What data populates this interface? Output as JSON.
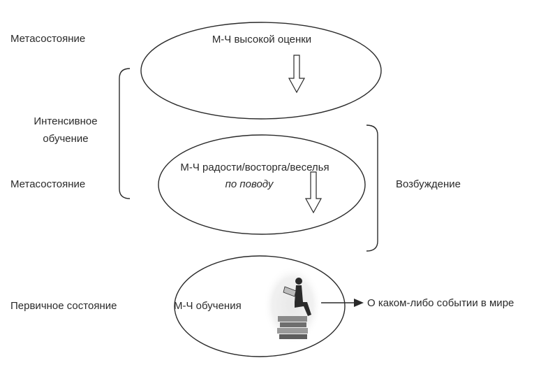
{
  "left_labels": {
    "meta_top": "Метасостояние",
    "intensive_line1": "Интенсивное",
    "intensive_line2": "обучение",
    "meta_middle": "Метасостояние",
    "primary": "Первичное состояние"
  },
  "nodes": {
    "top": "М-Ч высокой оценки",
    "middle_line1": "М-Ч радости/восторга/веселья",
    "middle_line2": "по поводу",
    "bottom": "М-Ч обучения"
  },
  "right_labels": {
    "excitement": "Возбуждение",
    "event": "О каком-либо событии в мире"
  },
  "colors": {
    "ink": "#2a2a2a",
    "background": "#ffffff",
    "figure_shade": "#d9d9d9"
  },
  "icons": {
    "figure": "reading-person-on-books-icon"
  }
}
